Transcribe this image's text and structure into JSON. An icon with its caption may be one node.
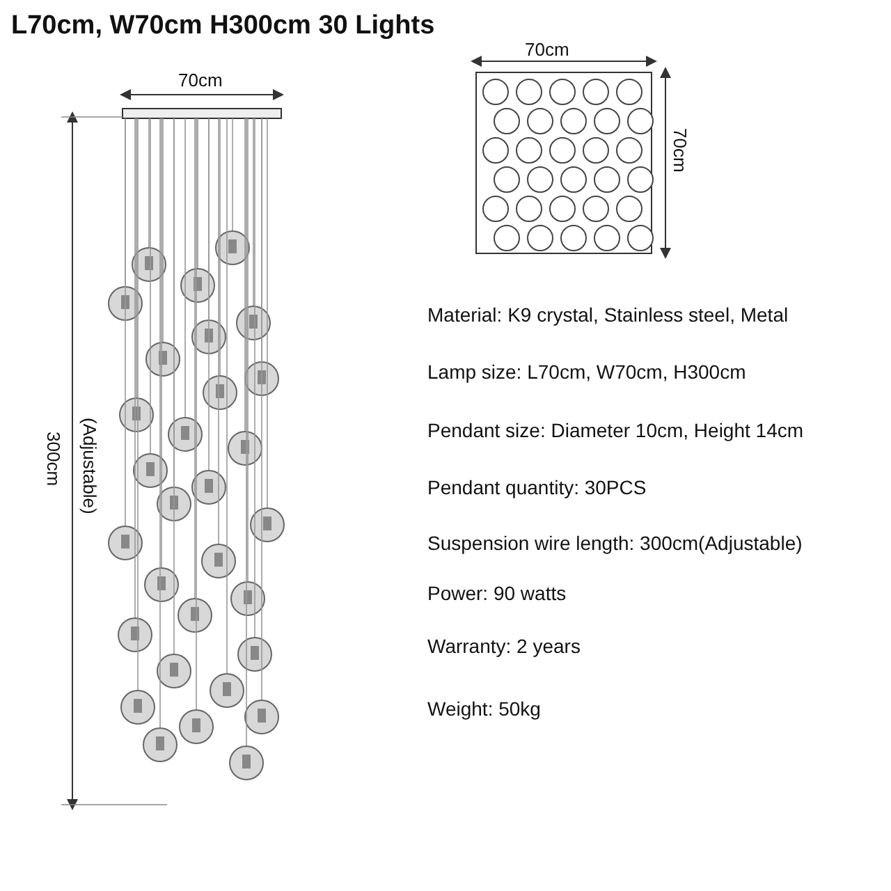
{
  "diagram": {
    "title": "L70cm, W70cm H300cm  30 Lights",
    "labels": [
      "70cm",
      "70cm",
      "70cm",
      "300cm",
      "(Adjustable)",
      "Material: K9 crystal, Stainless steel, Metal",
      "Lamp size: L70cm, W70cm, H300cm",
      "Pendant size: Diameter 10cm, Height 14cm",
      "Pendant quantity: 30PCS",
      "Suspension wire length: 300cm(Adjustable)",
      "Power: 90 watts",
      "Warranty: 2 years",
      "Weight: 50kg"
    ]
  }
}
